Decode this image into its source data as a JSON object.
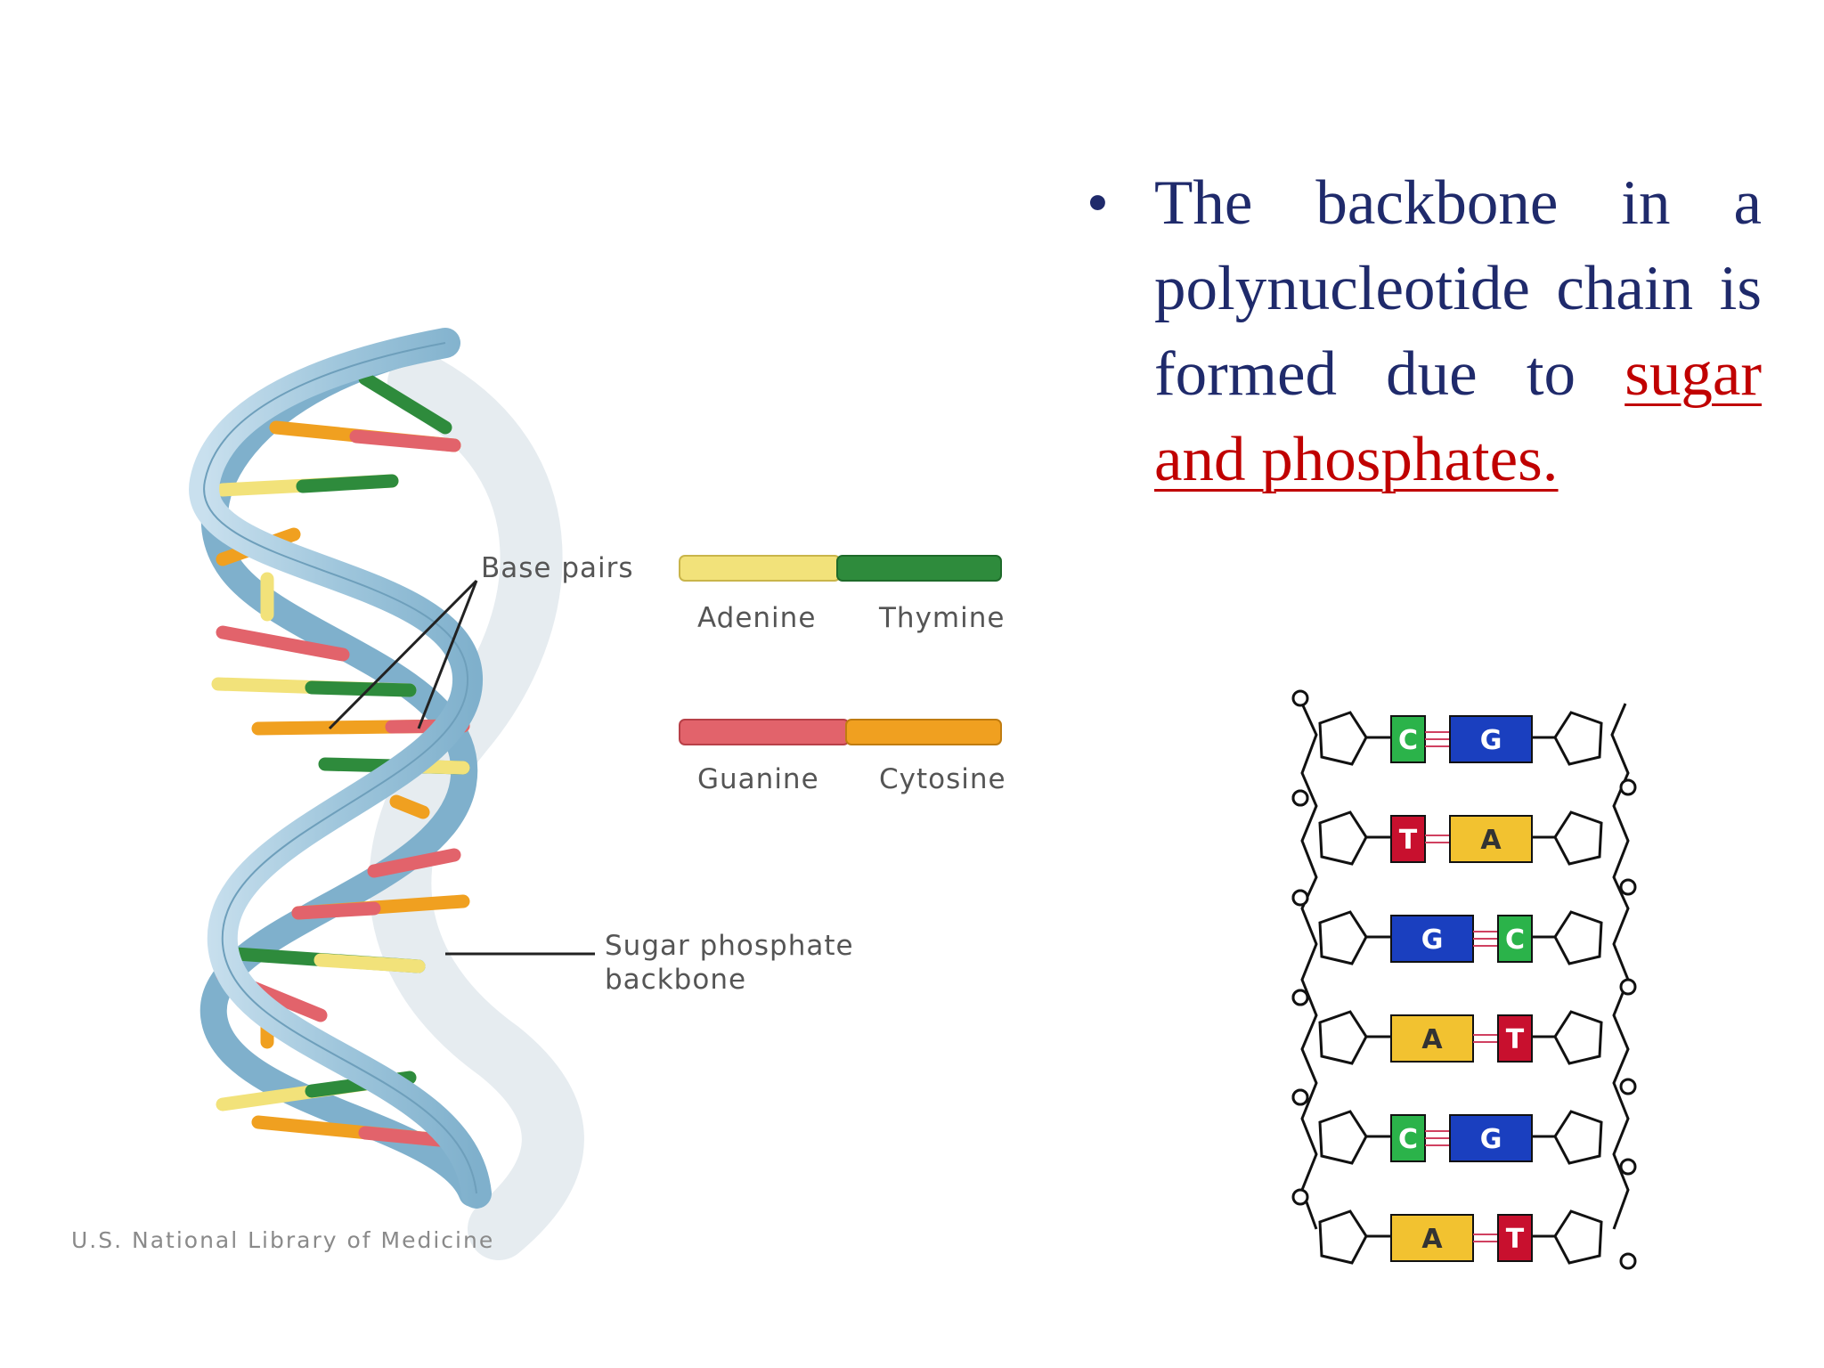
{
  "bullet": {
    "text_plain": "The backbone in a polynucleotide chain is formed due to ",
    "text_highlight": "sugar and phosphates."
  },
  "helix_labels": {
    "base_pairs": "Base pairs",
    "adenine": "Adenine",
    "thymine": "Thymine",
    "guanine": "Guanine",
    "cytosine": "Cytosine",
    "backbone_line1": "Sugar phosphate",
    "backbone_line2": "backbone",
    "credit": "U.S. National Library of Medicine"
  },
  "ladder": {
    "rows": [
      {
        "left": "C",
        "right": "G"
      },
      {
        "left": "T",
        "right": "A"
      },
      {
        "left": "G",
        "right": "C"
      },
      {
        "left": "A",
        "right": "T"
      },
      {
        "left": "C",
        "right": "G"
      },
      {
        "left": "A",
        "right": "T"
      }
    ]
  },
  "colors": {
    "text_navy": "#1f2a6b",
    "highlight_red": "#c00000",
    "adenine_yellow": "#f2e27a",
    "thymine_green": "#2e8b3c",
    "guanine_red": "#e2636b",
    "cytosine_orange": "#f0a020",
    "backbone_blue": "#a9cde0",
    "ladder_C": "#2bb34a",
    "ladder_G": "#1a3fbf",
    "ladder_T": "#c8102e",
    "ladder_A": "#f2c230"
  }
}
